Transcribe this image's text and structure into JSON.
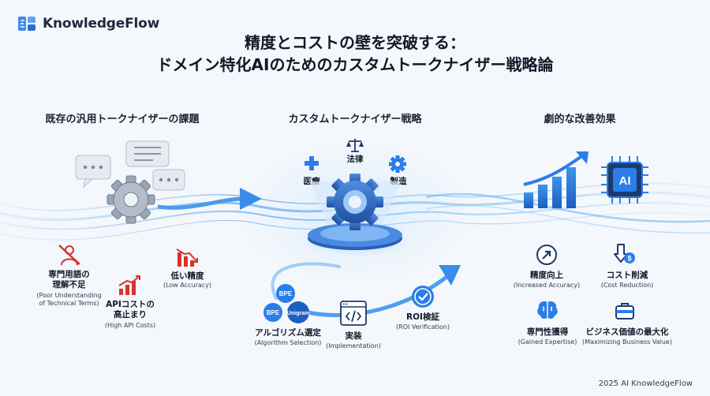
{
  "brand": {
    "name": "KnowledgeFlow"
  },
  "title": {
    "line1": "精度とコストの壁を突破する：",
    "line2": "ドメイン特化AIのためのカスタムトークナイザー戦略論"
  },
  "sections": {
    "problems": "既存の汎用トークナイザーの課題",
    "strategy": "カスタムトークナイザー戦略",
    "effects": "劇的な改善効果"
  },
  "problems": [
    {
      "label": "専門用語の\n理解不足",
      "sub": "(Poor Understanding\nof Technical Terms)"
    },
    {
      "label": "APIコストの\n高止まり",
      "sub": "(High API Costs)"
    },
    {
      "label": "低い精度",
      "sub": "(Low Accuracy)"
    }
  ],
  "domains": {
    "legal": "法律",
    "medical": "医療",
    "manufacturing": "製造"
  },
  "algorithms": {
    "bpe1": "BPE",
    "bpe2": "BPE",
    "unigram": "Unigram"
  },
  "steps": [
    {
      "label": "アルゴリズム選定",
      "sub": "(Algorithm Selection)"
    },
    {
      "label": "実装",
      "sub": "(Implementation)"
    },
    {
      "label": "ROI検証",
      "sub": "(ROI Verification)"
    }
  ],
  "chip_label": "AI",
  "effects": [
    {
      "label": "精度向上",
      "sub": "(Increased Accuracy)"
    },
    {
      "label": "コスト削減",
      "sub": "(Cost Reduction)"
    },
    {
      "label": "専門性獲得",
      "sub": "(Gained Expertise)"
    },
    {
      "label": "ビジネス価値の最大化",
      "sub": "(Maximizing Business Value)"
    }
  ],
  "footer": {
    "copyright": "2025 AI KnowledgeFlow"
  },
  "colors": {
    "accent": "#2b7de9",
    "problem": "#d9322b",
    "dark": "#1e3a6b"
  }
}
